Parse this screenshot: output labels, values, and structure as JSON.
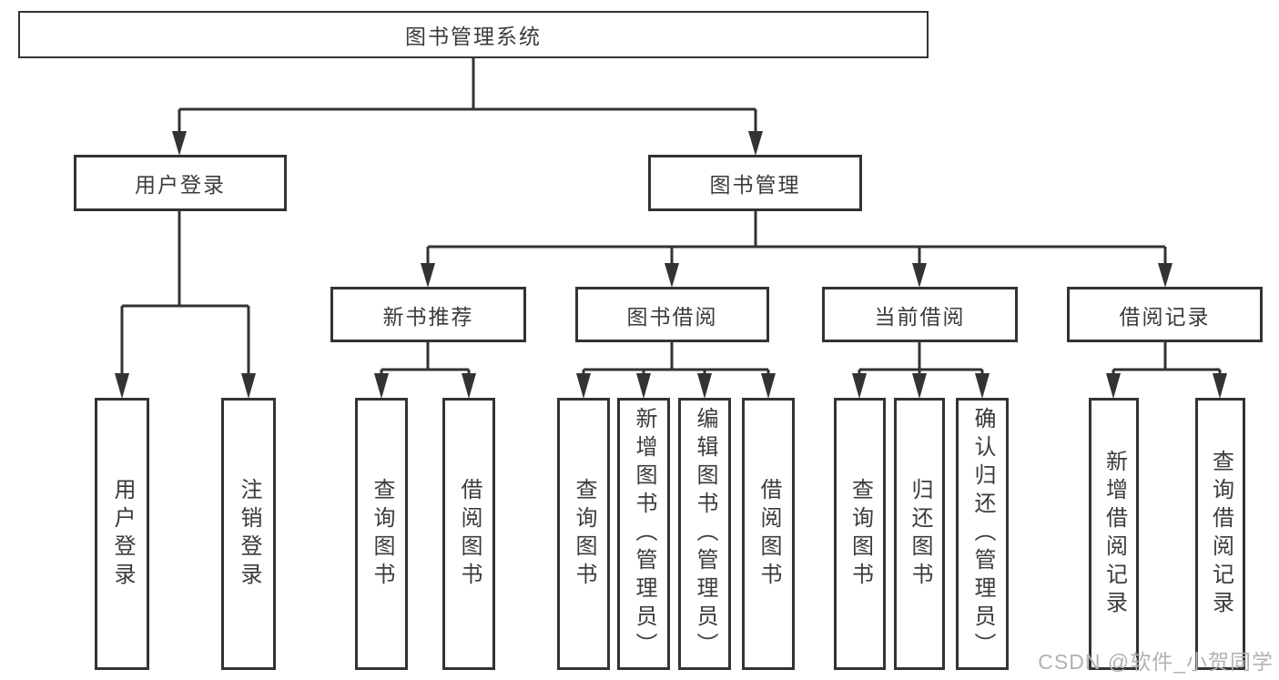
{
  "diagram_title": "图书管理系统",
  "tree": {
    "root": {
      "label": "图书管理系统"
    },
    "children": [
      {
        "label": "用户登录",
        "children": [
          {
            "label": "用户登录"
          },
          {
            "label": "注销登录"
          }
        ]
      },
      {
        "label": "图书管理",
        "children": [
          {
            "label": "新书推荐",
            "children": [
              {
                "label": "查询图书"
              },
              {
                "label": "借阅图书"
              }
            ]
          },
          {
            "label": "图书借阅",
            "children": [
              {
                "label": "查询图书"
              },
              {
                "label": "新增图书（管理员）"
              },
              {
                "label": "编辑图书（管理员）"
              },
              {
                "label": "借阅图书"
              }
            ]
          },
          {
            "label": "当前借阅",
            "children": [
              {
                "label": "查询图书"
              },
              {
                "label": "归还图书"
              },
              {
                "label": "确认归还（管理员）"
              }
            ]
          },
          {
            "label": "借阅记录",
            "children": [
              {
                "label": "新增借阅记录"
              },
              {
                "label": "查询借阅记录"
              }
            ]
          }
        ]
      }
    ]
  },
  "watermark": "CSDN @软件_小贺同学",
  "colors": {
    "line": "#333333",
    "text": "#3b3b3b",
    "watermark": "#b3b3b3",
    "background": "#ffffff"
  }
}
